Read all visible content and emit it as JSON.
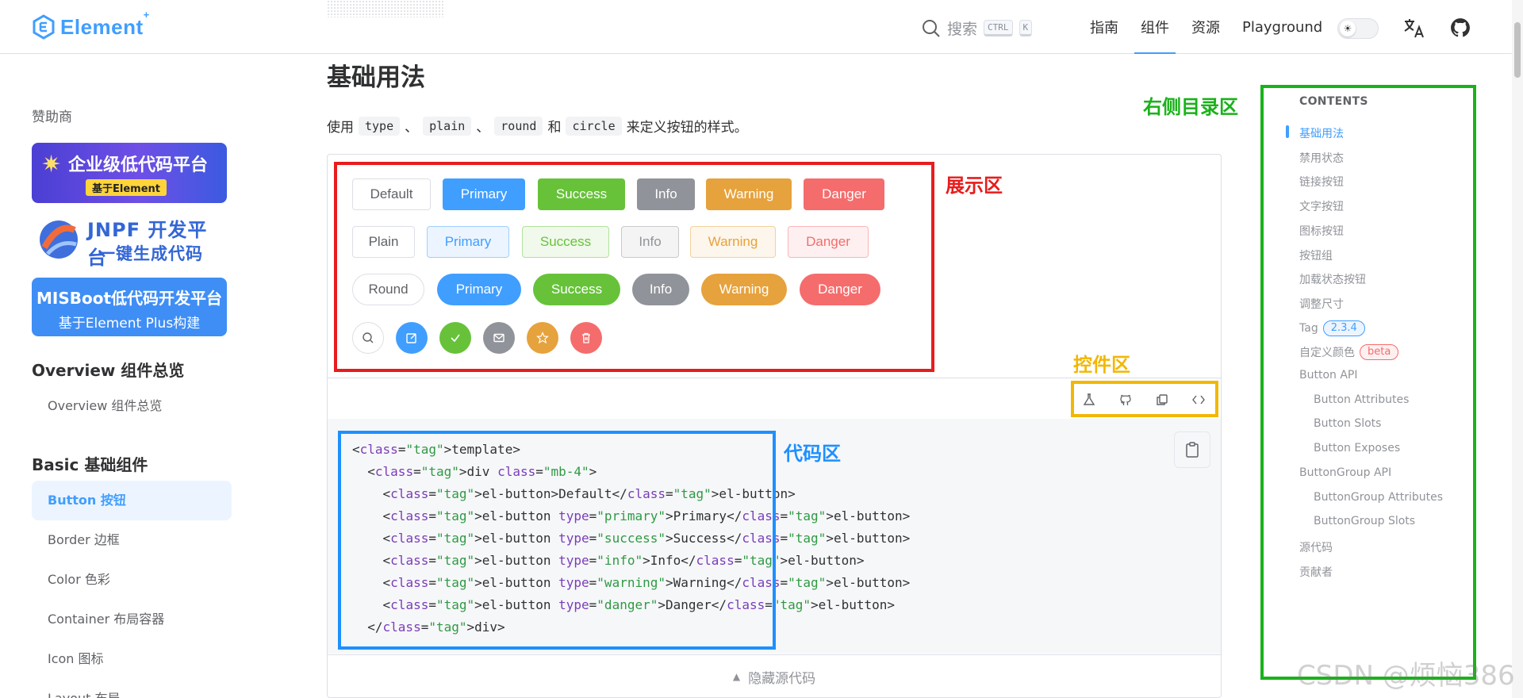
{
  "header": {
    "logo_text": "Element",
    "logo_sup": "+",
    "search_label": "搜索",
    "kbd_ctrl": "CTRL",
    "kbd_k": "K",
    "nav": [
      "指南",
      "组件",
      "资源",
      "Playground"
    ],
    "active_nav": "组件",
    "theme_icon": "sun-icon",
    "accent": "#409eff"
  },
  "sidebar": {
    "sponsor_title": "赞助商",
    "ads": {
      "ad1_title": "企业级低代码平台",
      "ad1_sub": "基于Element",
      "ad2_title": "JNPF 开发平台",
      "ad2_sub": "一键生成代码",
      "ad3_title": "MISBoot低代码开发平台",
      "ad3_sub": "基于Element Plus构建"
    },
    "group_overview": "Overview 组件总览",
    "item_overview": "Overview 组件总览",
    "group_basic": "Basic 基础组件",
    "items": [
      "Button 按钮",
      "Border 边框",
      "Color 色彩",
      "Container 布局容器",
      "Icon 图标",
      "Layout 布局"
    ],
    "active_item": "Button 按钮"
  },
  "main": {
    "title": "基础用法",
    "desc": {
      "prefix": "使用",
      "codes": [
        "type",
        "plain",
        "round",
        "circle"
      ],
      "sep": "、",
      "and": "和",
      "suffix": "来定义按钮的样式。"
    },
    "rows": {
      "default": [
        "Default",
        "Primary",
        "Success",
        "Info",
        "Warning",
        "Danger"
      ],
      "plain": [
        "Plain",
        "Primary",
        "Success",
        "Info",
        "Warning",
        "Danger"
      ],
      "round": [
        "Round",
        "Primary",
        "Success",
        "Info",
        "Warning",
        "Danger"
      ]
    },
    "circle_icons": [
      "search-icon",
      "edit-icon",
      "check-icon",
      "message-icon",
      "star-icon",
      "delete-icon"
    ],
    "control_icons": [
      "playground-icon",
      "github-icon",
      "copy-icon",
      "code-icon"
    ],
    "code_lines": [
      "<template>",
      "  <div class=\"mb-4\">",
      "    <el-button>Default</el-button>",
      "    <el-button type=\"primary\">Primary</el-button>",
      "    <el-button type=\"success\">Success</el-button>",
      "    <el-button type=\"info\">Info</el-button>",
      "    <el-button type=\"warning\">Warning</el-button>",
      "    <el-button type=\"danger\">Danger</el-button>",
      "  </div>"
    ],
    "hide_source": "隐藏源代码"
  },
  "annotations": {
    "display": "展示区",
    "code": "代码区",
    "controls": "控件区",
    "toc": "右侧目录区"
  },
  "toc": {
    "title": "CONTENTS",
    "items": [
      {
        "label": "基础用法",
        "level": 1,
        "active": true
      },
      {
        "label": "禁用状态",
        "level": 1
      },
      {
        "label": "链接按钮",
        "level": 1
      },
      {
        "label": "文字按钮",
        "level": 1
      },
      {
        "label": "图标按钮",
        "level": 1
      },
      {
        "label": "按钮组",
        "level": 1
      },
      {
        "label": "加载状态按钮",
        "level": 1
      },
      {
        "label": "调整尺寸",
        "level": 1
      },
      {
        "label": "Tag",
        "level": 1,
        "badge": "2.3.4"
      },
      {
        "label": "自定义颜色",
        "level": 1,
        "badge": "beta"
      },
      {
        "label": "Button API",
        "level": 1
      },
      {
        "label": "Button Attributes",
        "level": 2
      },
      {
        "label": "Button Slots",
        "level": 2
      },
      {
        "label": "Button Exposes",
        "level": 2
      },
      {
        "label": "ButtonGroup API",
        "level": 1
      },
      {
        "label": "ButtonGroup Attributes",
        "level": 2
      },
      {
        "label": "ButtonGroup Slots",
        "level": 2
      },
      {
        "label": "源代码",
        "level": 1
      },
      {
        "label": "贡献者",
        "level": 1
      }
    ]
  },
  "watermark": "CSDN @烦恼386",
  "colors": {
    "primary": "#409eff",
    "success": "#67c23a",
    "info": "#909399",
    "warning": "#e6a23c",
    "danger": "#f56c6c",
    "annotation_red": "#e81c1c",
    "annotation_blue": "#1e90ff",
    "annotation_yellow": "#f2b705",
    "annotation_green": "#19b219"
  }
}
